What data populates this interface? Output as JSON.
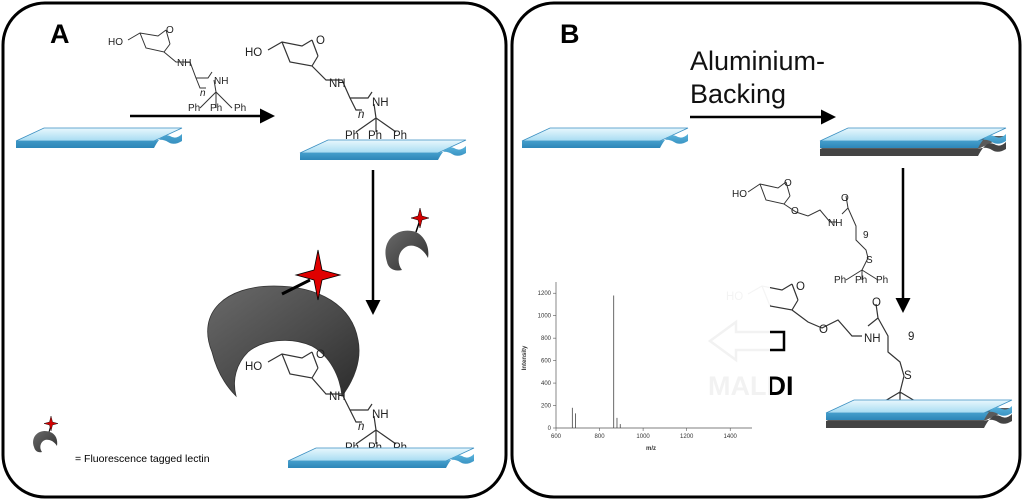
{
  "panel_a": {
    "label": "A"
  },
  "panel_b": {
    "label": "B"
  },
  "chem": {
    "ho": "HO",
    "o": "O",
    "nh": "NH",
    "n": "n",
    "ph": "Ph",
    "s": "S",
    "nine": "9"
  },
  "legend": {
    "text": "= Fluorescence tagged lectin"
  },
  "backing": {
    "line1": "Aluminium-",
    "line2": "Backing"
  },
  "maldi": {
    "label": "MALDI"
  },
  "chart_data": {
    "type": "bar",
    "title": "",
    "xlabel": "m/z",
    "ylabel": "Intensity",
    "xlim": [
      600,
      1500
    ],
    "ylim": [
      0,
      1300
    ],
    "x_ticks": [
      600,
      800,
      1000,
      1200,
      1400
    ],
    "y_ticks": [
      0,
      200,
      400,
      600,
      800,
      1000,
      1200
    ],
    "peaks": [
      {
        "x": 675,
        "y": 180
      },
      {
        "x": 690,
        "y": 130
      },
      {
        "x": 865,
        "y": 1180
      },
      {
        "x": 880,
        "y": 90
      },
      {
        "x": 895,
        "y": 35
      }
    ]
  }
}
